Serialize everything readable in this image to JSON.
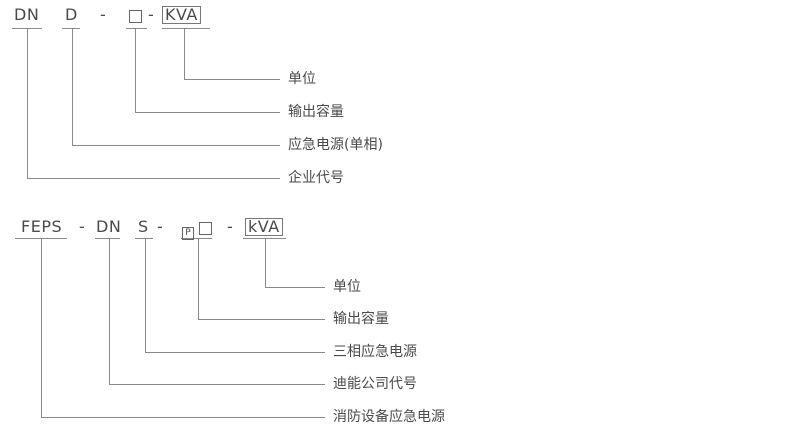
{
  "diagram1": {
    "segments": {
      "company": "DN",
      "type": "D",
      "dash1": "-",
      "dash2": "-",
      "unit": "KVA"
    },
    "labels": [
      "单位",
      "输出容量",
      "应急电源(单相)",
      "企业代号"
    ]
  },
  "diagram2": {
    "segments": {
      "prefix": "FEPS",
      "dash1": "-",
      "company": "DN",
      "type": "S",
      "dash2": "-",
      "p_mark": "P",
      "dash3": "-",
      "unit": "kVA"
    },
    "labels": [
      "单位",
      "输出容量",
      "三相应急电源",
      "迪能公司代号",
      "消防设备应急电源"
    ]
  }
}
